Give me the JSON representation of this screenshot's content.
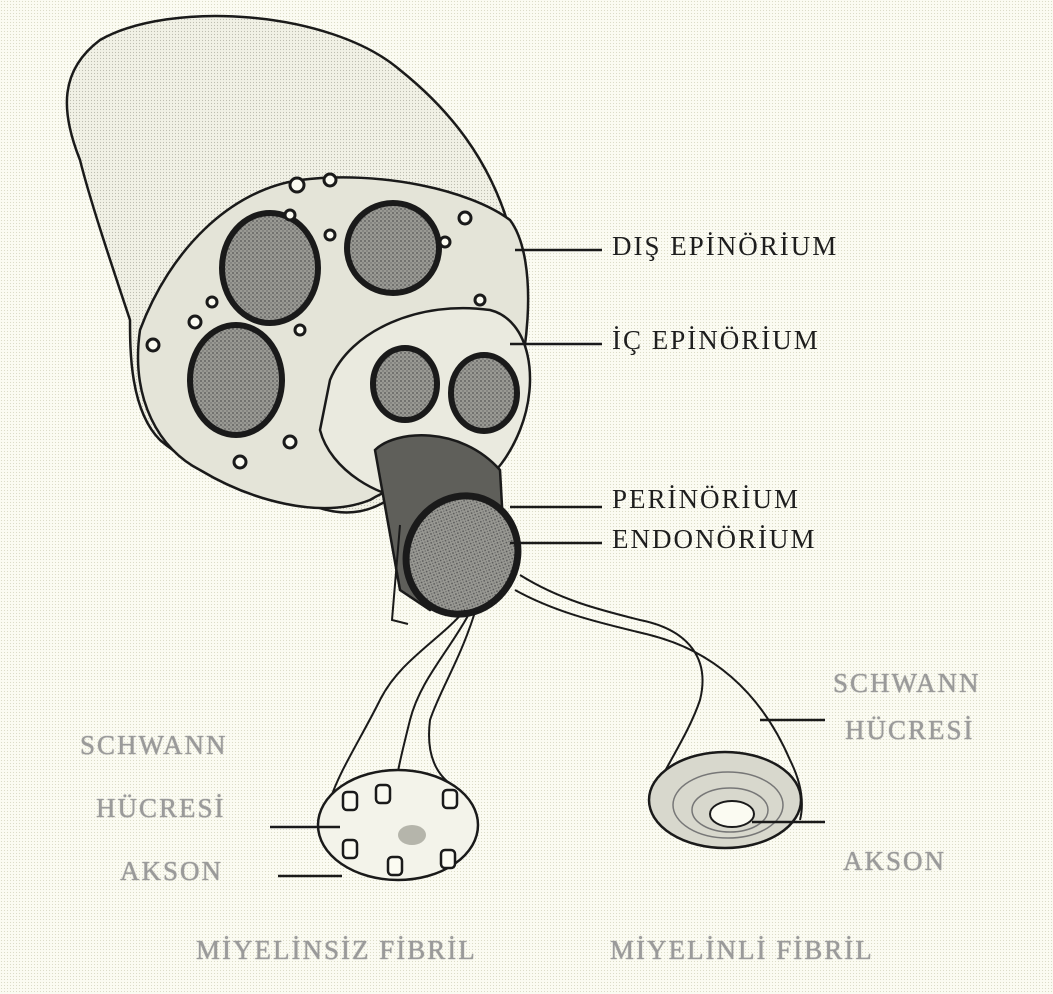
{
  "labels": {
    "dis_epinorium": "DIŞ EPİNÖRİUM",
    "ic_epinorium": "İÇ EPİNÖRİUM",
    "perinorium": "PERİNÖRİUM",
    "endonorium": "ENDONÖRİUM",
    "schwann_left": "SCHWANN",
    "hucresi_left": "HÜCRESİ",
    "akson_left": "AKSON",
    "schwann_right": "SCHWANN",
    "hucresi_right": "HÜCRESİ",
    "akson_right": "AKSON",
    "miyelinsiz_fibril": "MİYELİNSİZ FİBRİL",
    "miyelinli_fibril": "MİYELİNLİ FİBRİL"
  },
  "colors": {
    "background": "#fbfbf2",
    "line": "#1a1a1a",
    "fascicle_fill": "#8a8a84",
    "nerve_fill": "#ecece2"
  }
}
